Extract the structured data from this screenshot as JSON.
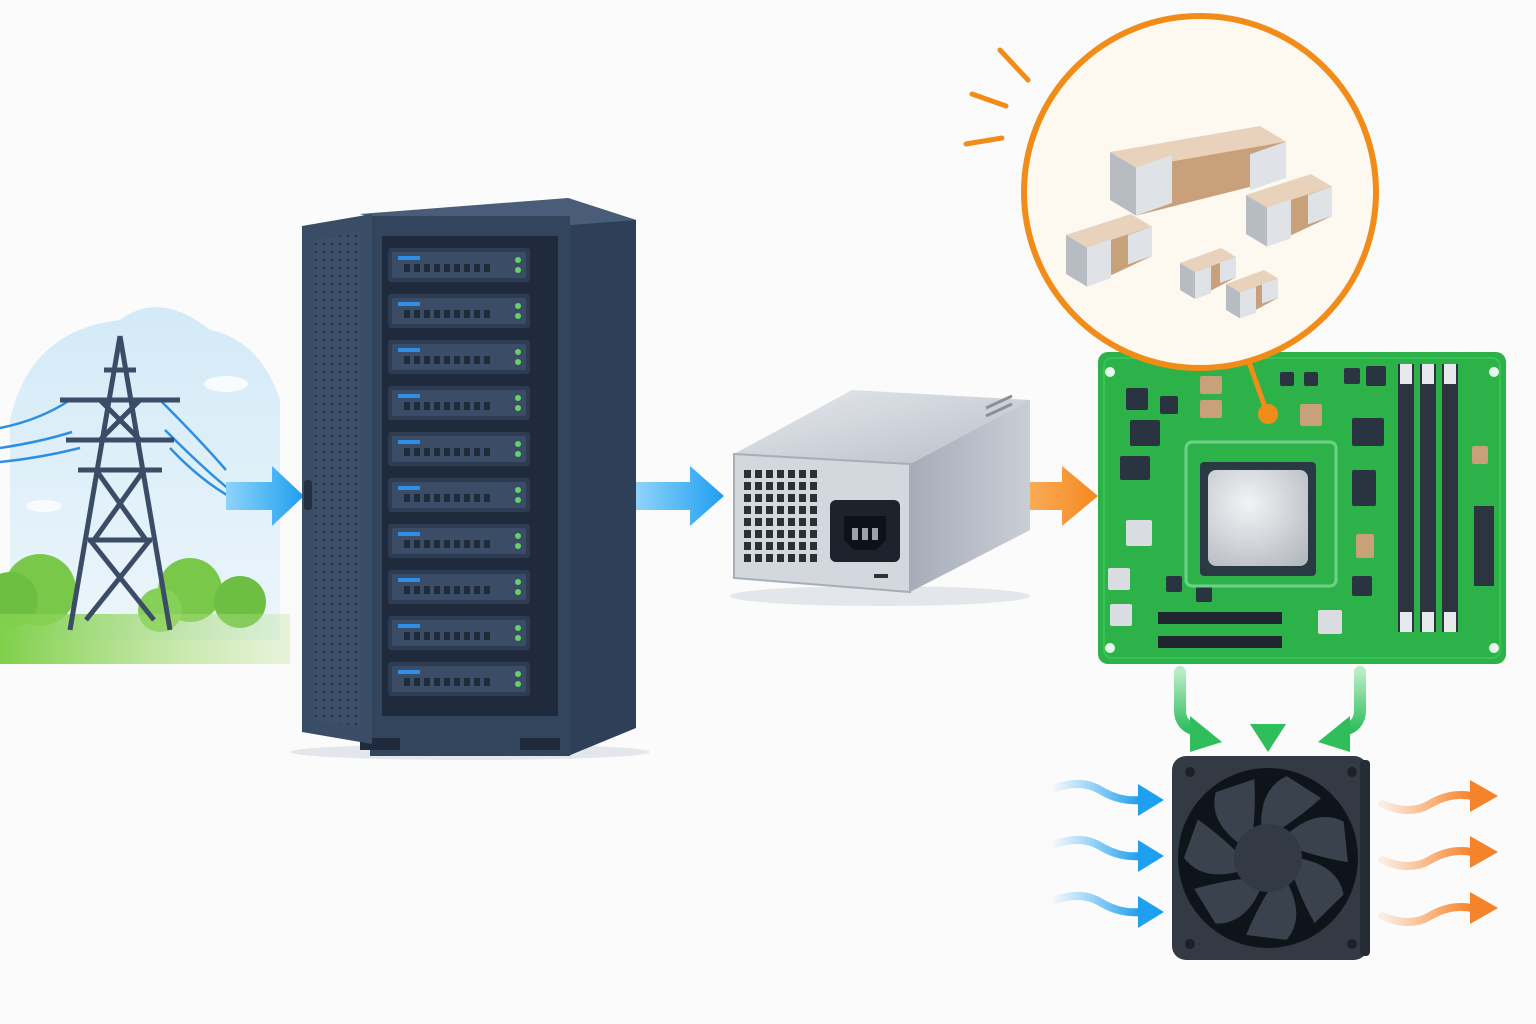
{
  "diagram": {
    "nodes": [
      {
        "id": "power-grid",
        "icon": "transmission-tower-icon"
      },
      {
        "id": "server-rack",
        "icon": "server-rack-icon",
        "server_units": 10
      },
      {
        "id": "power-supply",
        "icon": "power-supply-icon"
      },
      {
        "id": "motherboard",
        "icon": "motherboard-icon"
      },
      {
        "id": "capacitors-zoom",
        "icon": "capacitor-icon",
        "parts_shown": 5
      },
      {
        "id": "cooling-fan",
        "icon": "fan-icon"
      }
    ],
    "flows": [
      {
        "from": "power-grid",
        "to": "server-rack",
        "color": "#1fa2f2"
      },
      {
        "from": "server-rack",
        "to": "power-supply",
        "color": "#1fa2f2"
      },
      {
        "from": "power-supply",
        "to": "motherboard",
        "color": "#f5891f"
      },
      {
        "from": "motherboard",
        "to": "cooling-fan",
        "color": "#2fbe5c",
        "count": 3
      },
      {
        "from": "air-in",
        "to": "cooling-fan",
        "color": "#29a8f0",
        "count": 3
      },
      {
        "from": "cooling-fan",
        "to": "air-out",
        "color": "#f5832a",
        "count": 3
      }
    ],
    "colors": {
      "rack": "#3a4d66",
      "pcb": "#2db24a",
      "callout": "#f28c18",
      "psu": "#c9ced6",
      "fan": "#333a44",
      "capacitor": "#c8a07a"
    }
  }
}
